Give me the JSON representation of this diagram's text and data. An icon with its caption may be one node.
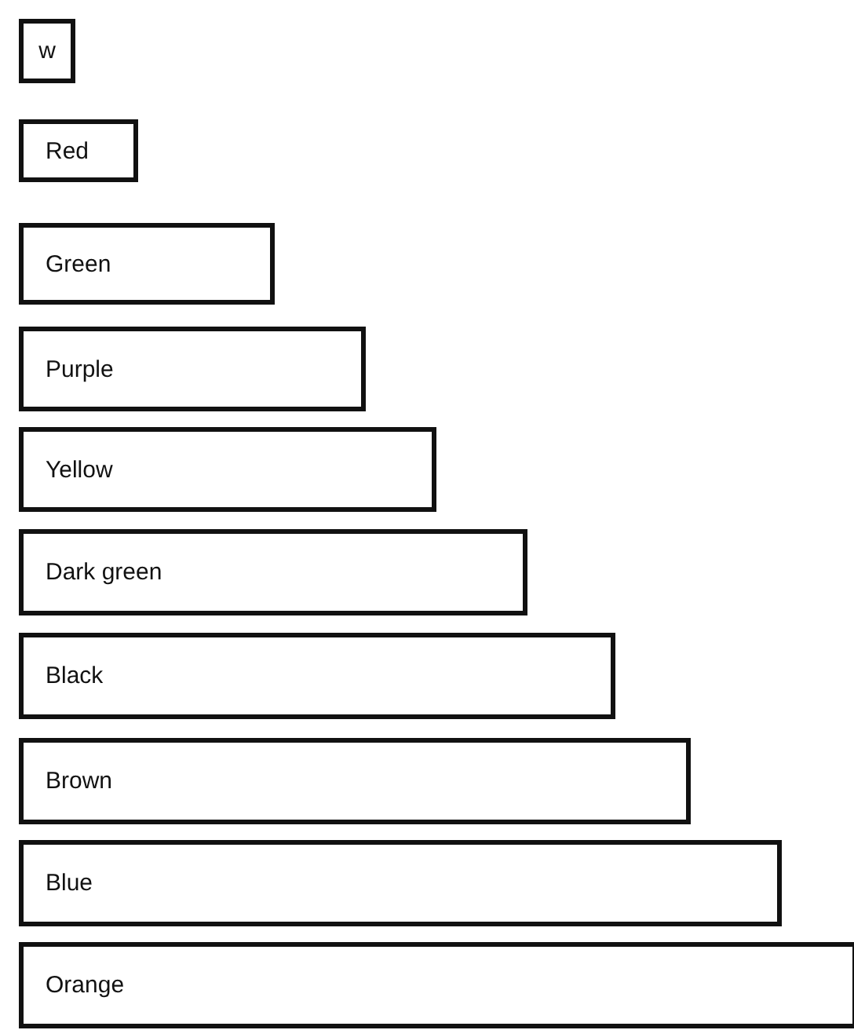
{
  "diagram": {
    "nodes": [
      {
        "text": [
          "w"
        ]
      },
      {
        "text": [
          "Red"
        ]
      },
      {
        "text": [
          "Green"
        ]
      },
      {
        "text": [
          "Purple"
        ]
      },
      {
        "text": [
          "Yellow"
        ]
      },
      {
        "text": [
          "Dark green"
        ]
      },
      {
        "text": [
          "Black"
        ]
      },
      {
        "text": [
          "Brown"
        ]
      },
      {
        "text": [
          "Blue"
        ]
      },
      {
        "text": [
          "Orange"
        ]
      }
    ]
  }
}
